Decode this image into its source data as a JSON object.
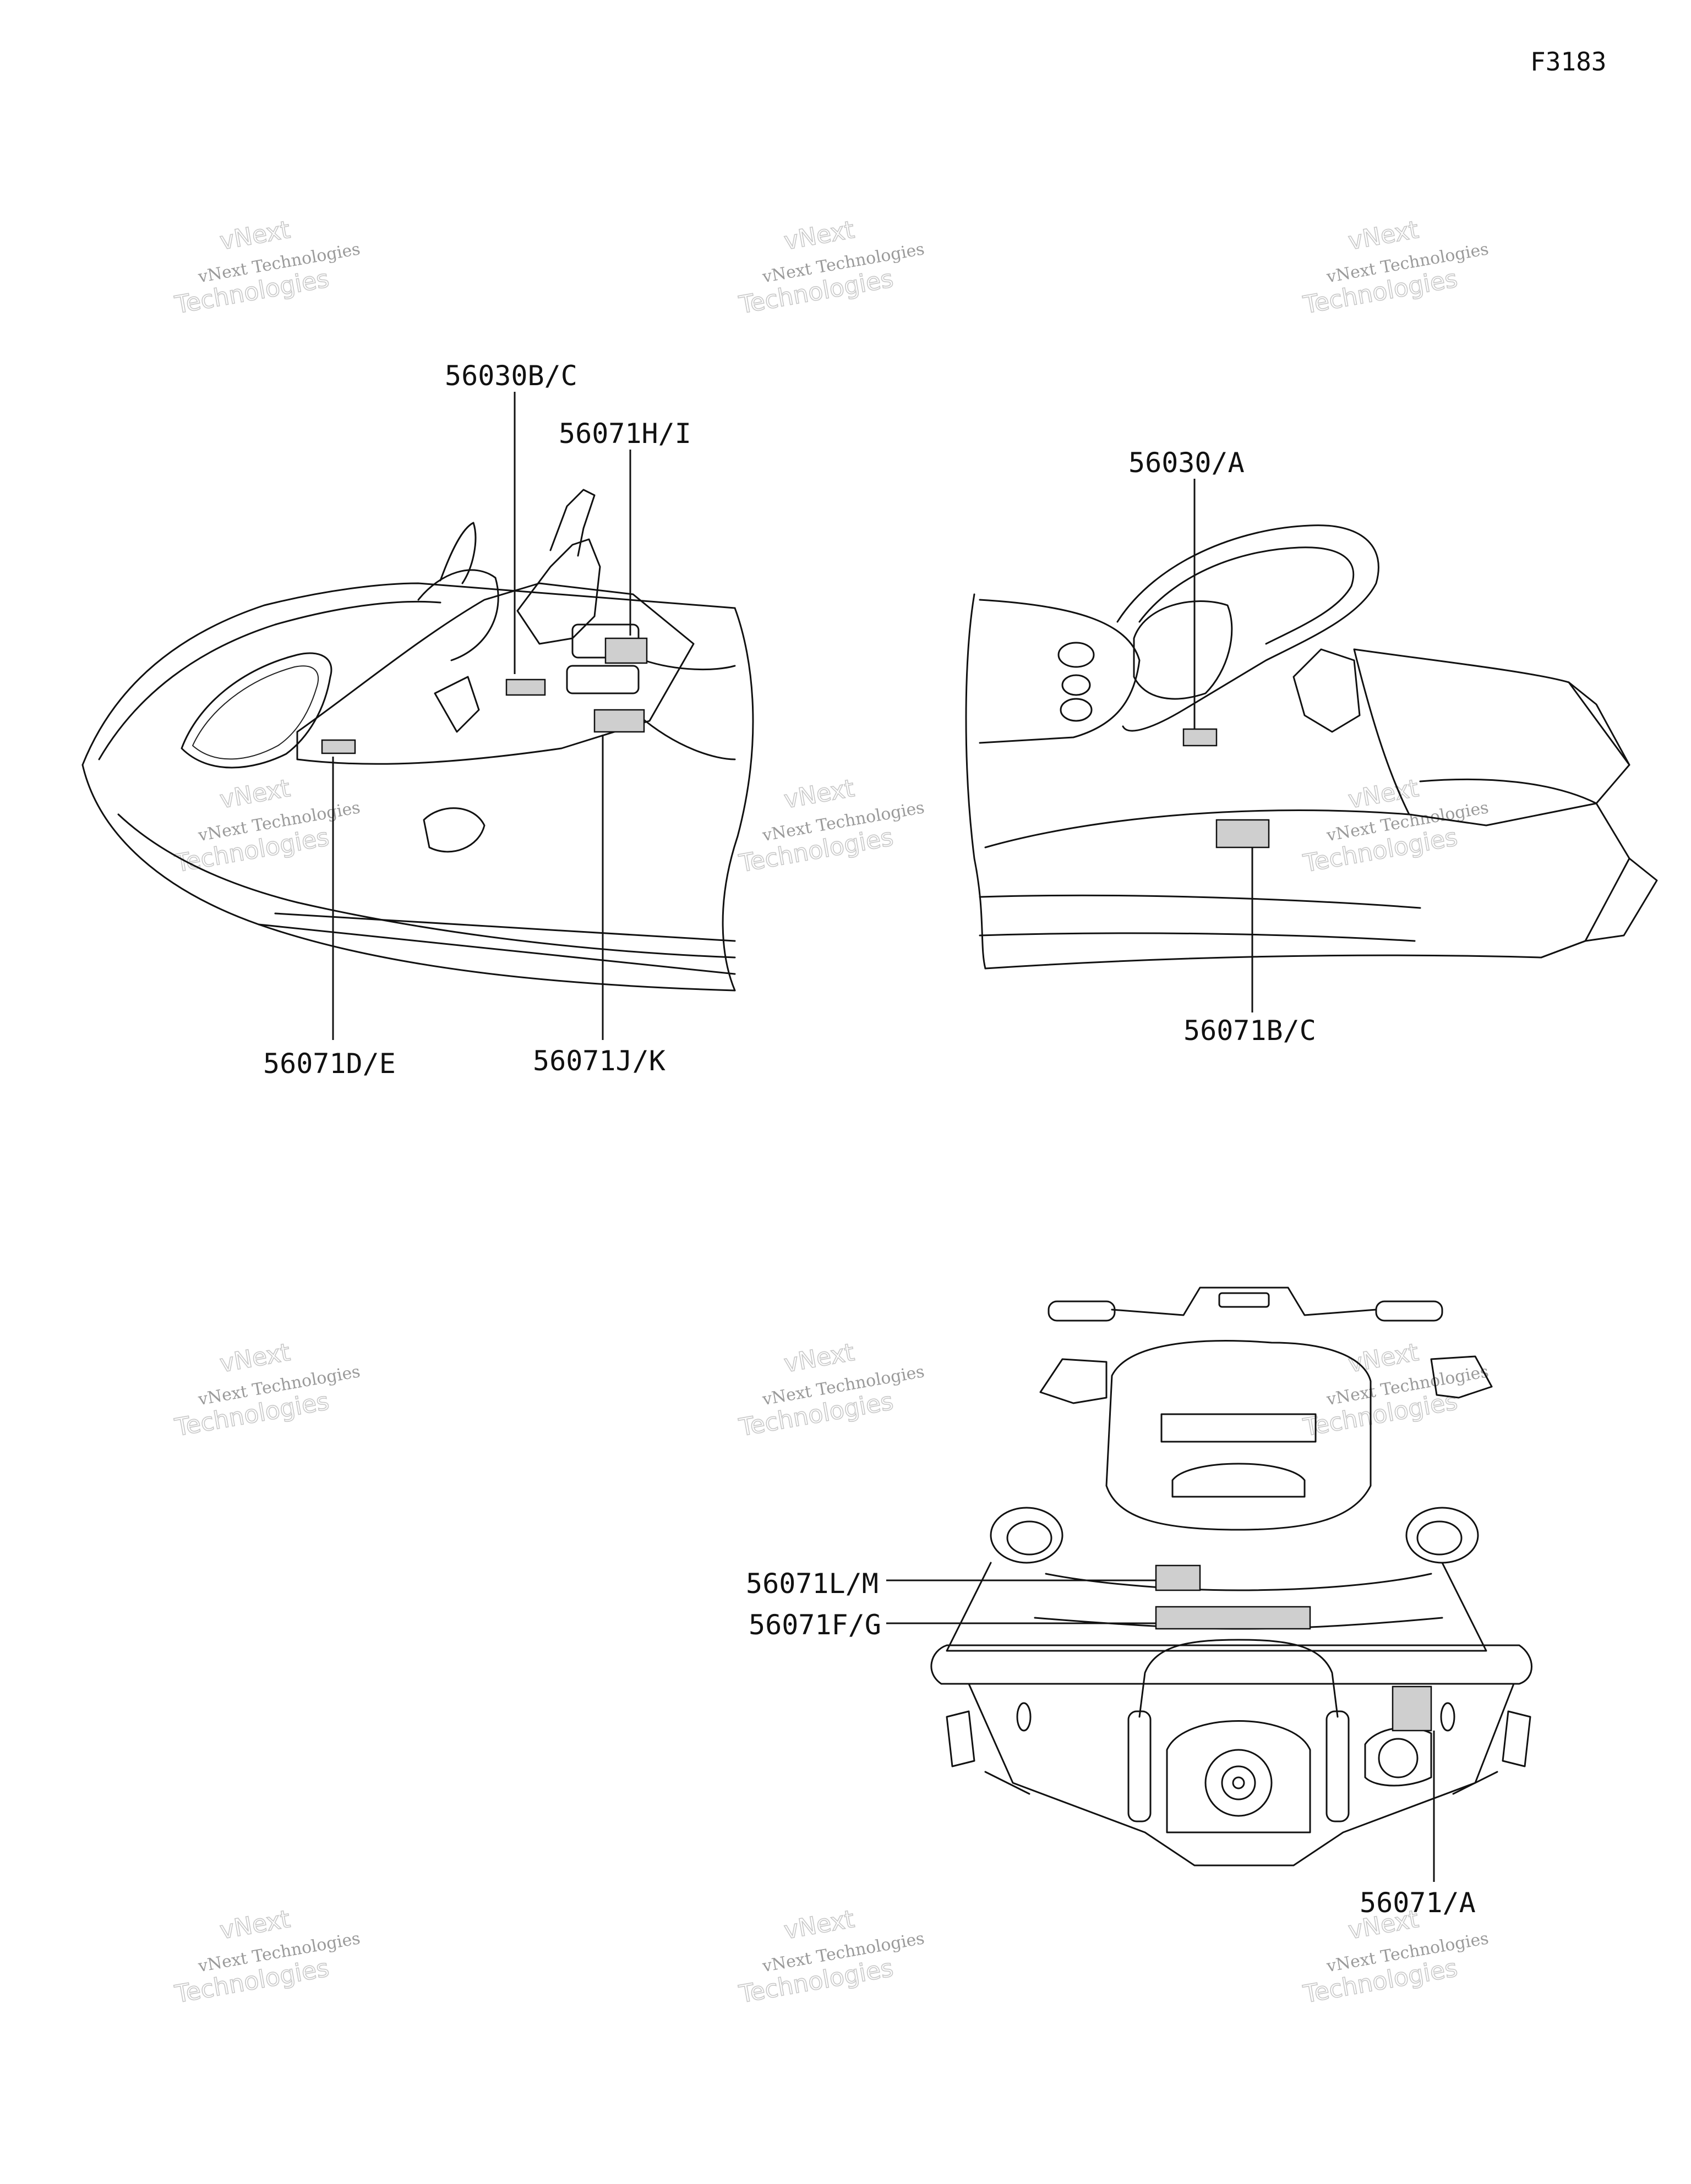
{
  "figure_id": "F3183",
  "watermark": {
    "line1": "vNext Technologies",
    "line2": "Technologies",
    "line3": "vNext"
  },
  "callouts": {
    "c_56030BC": "56030B/C",
    "c_56071HI": "56071H/I",
    "c_56071DE": "56071D/E",
    "c_56071JK": "56071J/K",
    "c_56030A": "56030/A",
    "c_56071BC": "56071B/C",
    "c_56071LM": "56071L/M",
    "c_56071FG": "56071F/G",
    "c_56071A": "56071/A"
  }
}
